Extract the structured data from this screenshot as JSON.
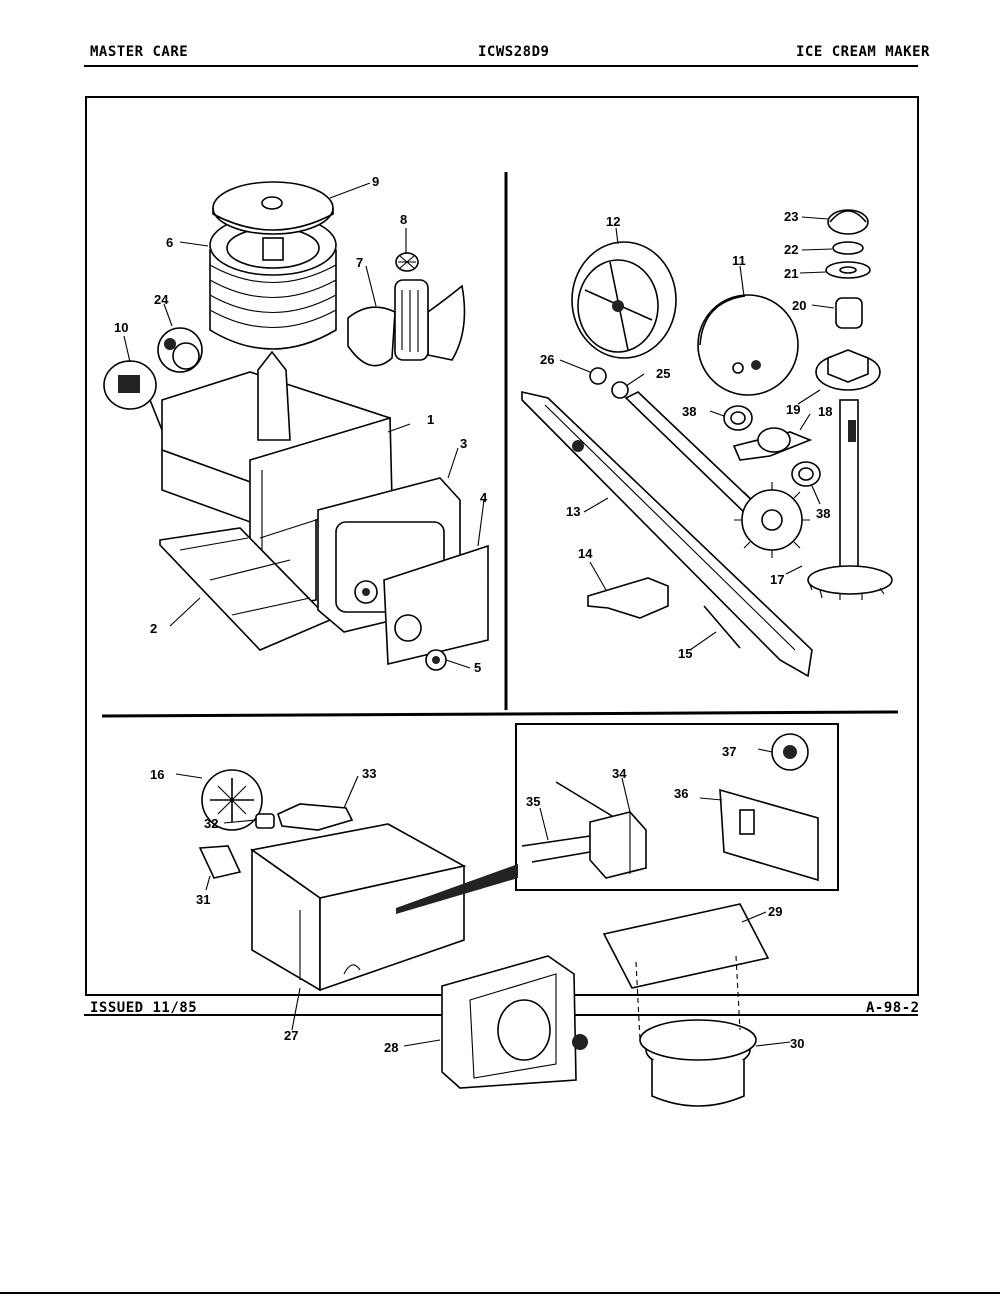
{
  "header": {
    "left": "MASTER CARE",
    "center": "ICWS28D9",
    "right": "ICE CREAM MAKER"
  },
  "footer": {
    "left": "ISSUED 11/85",
    "right": "A-98-2"
  },
  "callouts": [
    "1",
    "2",
    "3",
    "4",
    "5",
    "6",
    "7",
    "8",
    "9",
    "10",
    "11",
    "12",
    "13",
    "14",
    "15",
    "16",
    "17",
    "18",
    "19",
    "20",
    "21",
    "22",
    "23",
    "24",
    "25",
    "26",
    "27",
    "28",
    "29",
    "30",
    "31",
    "32",
    "33",
    "34",
    "35",
    "36",
    "37",
    "38",
    "38"
  ]
}
